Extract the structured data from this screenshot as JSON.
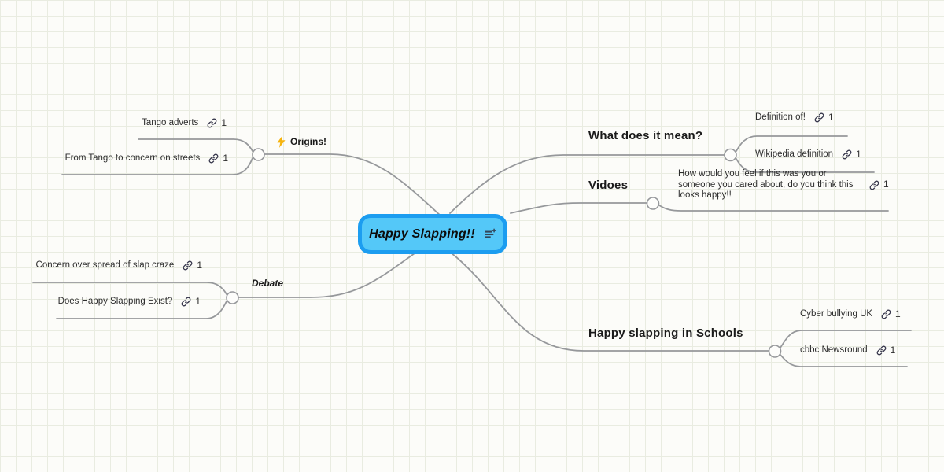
{
  "root": {
    "label": "Happy Slapping!!"
  },
  "branches": [
    {
      "label": "Origins!",
      "icon": "lightning-icon",
      "children": [
        {
          "label": "Tango adverts",
          "link_count": "1"
        },
        {
          "label": "From Tango to concern on streets",
          "link_count": "1"
        }
      ]
    },
    {
      "label": "Debate",
      "children": [
        {
          "label": "Concern over spread of slap craze",
          "link_count": "1"
        },
        {
          "label": "Does Happy Slapping Exist?",
          "link_count": "1"
        }
      ]
    },
    {
      "label": "What does it mean?",
      "children": [
        {
          "label": "Definition of!",
          "link_count": "1"
        },
        {
          "label": "Wikipedia definition",
          "link_count": "1"
        }
      ]
    },
    {
      "label": "Vidoes",
      "children": [
        {
          "label": "How would you feel if this was you or someone you cared about, do you think this looks happy!!",
          "link_count": "1"
        }
      ]
    },
    {
      "label": "Happy slapping in Schools",
      "children": [
        {
          "label": "Cyber bullying UK",
          "link_count": "1"
        },
        {
          "label": "cbbc Newsround",
          "link_count": "1"
        }
      ]
    }
  ],
  "colors": {
    "root_fill": "#54c8f8",
    "root_border": "#1c9df0",
    "connector": "#96989b",
    "grid_line": "#e9ece1",
    "canvas_bg": "#fcfcf9",
    "bolt": "#f6b40e",
    "icon_ink": "#35354a"
  }
}
